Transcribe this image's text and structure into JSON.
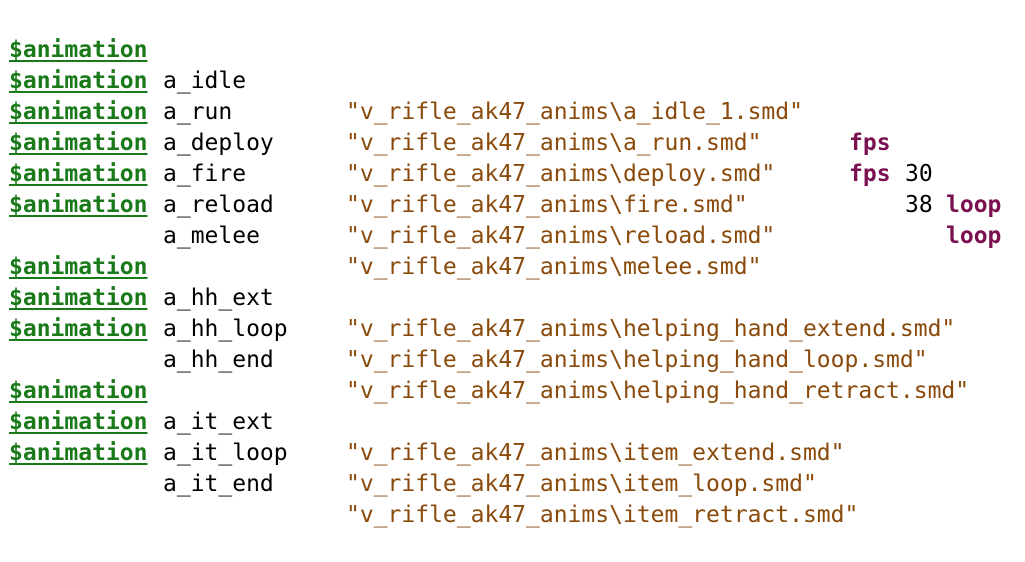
{
  "keyword": "$animation",
  "lines": [
    {
      "name": "a_idle",
      "path": "\"v_rifle_ak47_anims\\a_idle_1.smd\"",
      "fps_keyword": "fps",
      "fps_value": "30",
      "loop_keyword": "loop"
    },
    {
      "name": "a_run",
      "path": "\"v_rifle_ak47_anims\\a_run.smd\"",
      "fps_keyword": "fps",
      "fps_value": "38",
      "loop_keyword": "loop"
    },
    {
      "name": "a_deploy",
      "path": "\"v_rifle_ak47_anims\\deploy.smd\""
    },
    {
      "name": "a_fire",
      "path": "\"v_rifle_ak47_anims\\fire.smd\""
    },
    {
      "name": "a_reload",
      "path": "\"v_rifle_ak47_anims\\reload.smd\""
    },
    {
      "name": "a_melee",
      "path": "\"v_rifle_ak47_anims\\melee.smd\""
    },
    {
      "name": "a_hh_ext",
      "path": "\"v_rifle_ak47_anims\\helping_hand_extend.smd\""
    },
    {
      "name": "a_hh_loop",
      "path": "\"v_rifle_ak47_anims\\helping_hand_loop.smd\""
    },
    {
      "name": "a_hh_end",
      "path": "\"v_rifle_ak47_anims\\helping_hand_retract.smd\""
    },
    {
      "name": "a_it_ext",
      "path": "\"v_rifle_ak47_anims\\item_extend.smd\""
    },
    {
      "name": "a_it_loop",
      "path": "\"v_rifle_ak47_anims\\item_loop.smd\""
    },
    {
      "name": "a_it_end",
      "path": "\"v_rifle_ak47_anims\\item_retract.smd\""
    }
  ],
  "colors": {
    "keyword": "#1a7a1a",
    "string": "#8a4a0c",
    "option_keyword": "#7a1050",
    "text": "#000000",
    "background": "#ffffff"
  }
}
